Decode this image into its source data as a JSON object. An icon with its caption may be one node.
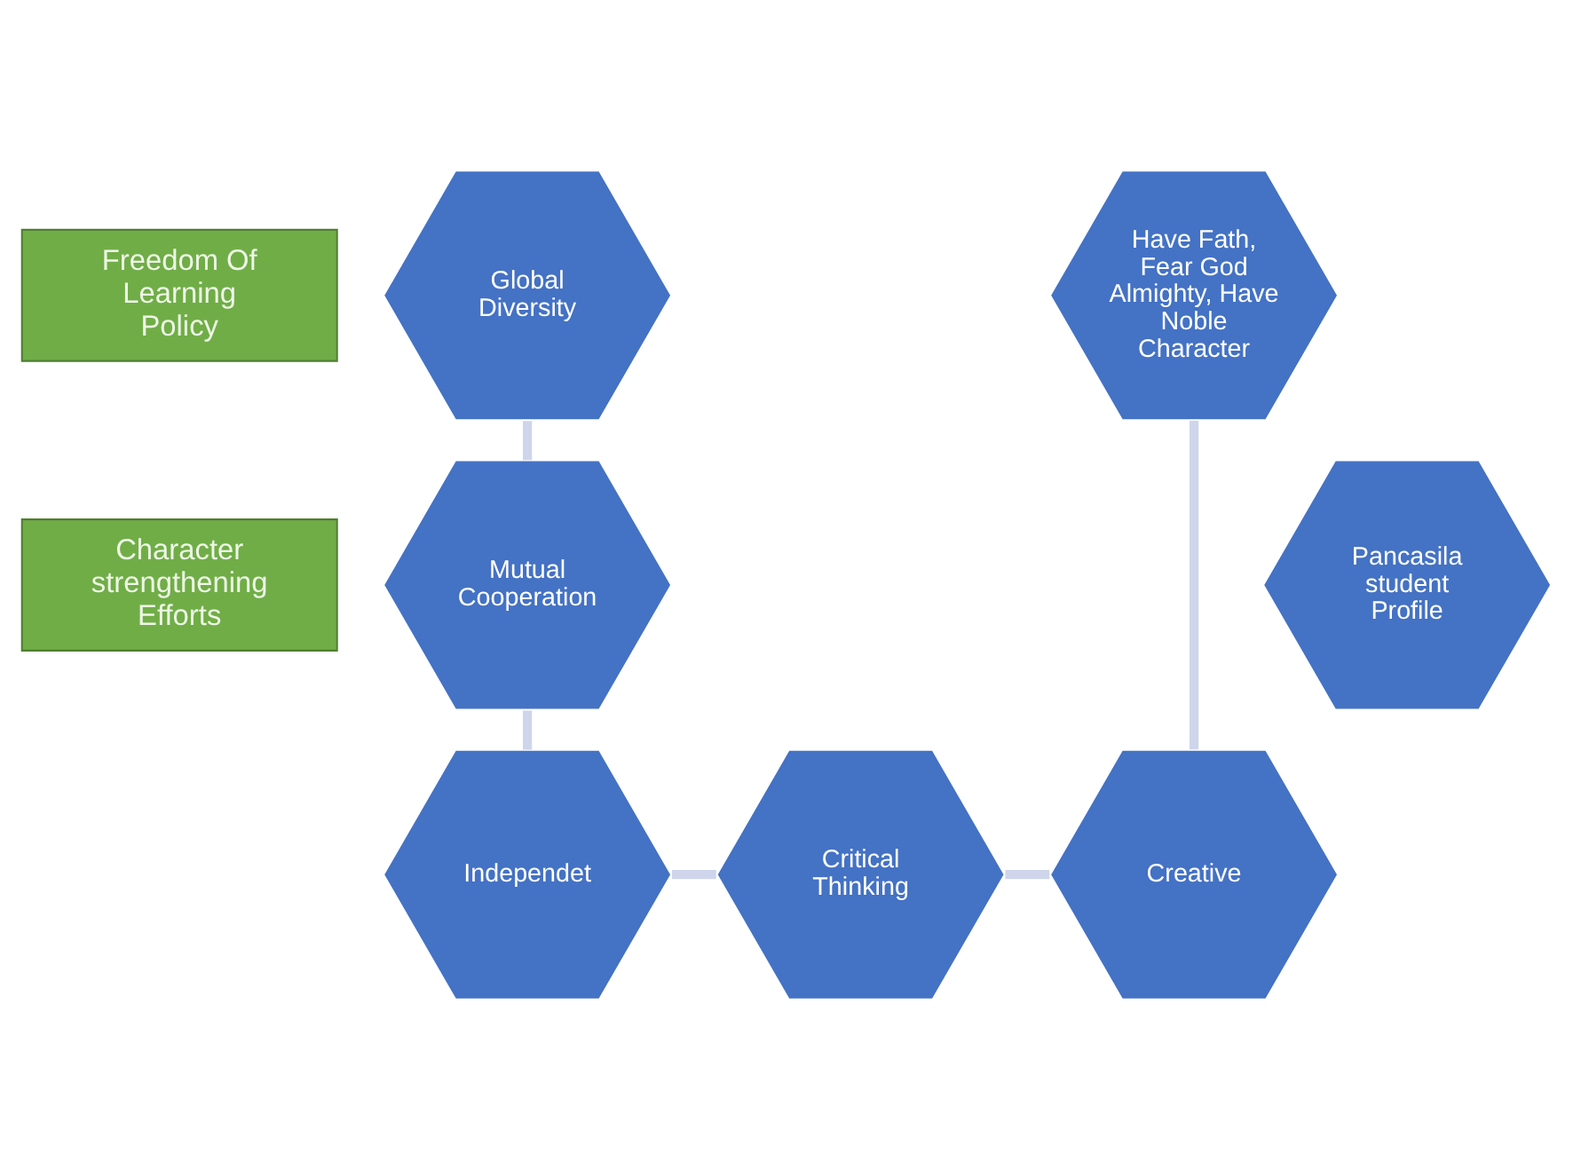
{
  "diagram": {
    "nodes": [
      {
        "text": [
          "Freedom Of Learning Policy"
        ]
      },
      {
        "text": [
          "Character strengthening Efforts"
        ]
      },
      {
        "text": [
          "Global Diversity"
        ]
      },
      {
        "text": [
          "Have Fath, Fear God Almighty, Have Noble Character"
        ]
      },
      {
        "text": [
          "Mutual Cooperation"
        ]
      },
      {
        "text": [
          "Pancasila student Profile"
        ]
      },
      {
        "text": [
          "Creative"
        ]
      },
      {
        "text": [
          "Independet"
        ]
      },
      {
        "text": [
          "Critical Thinking"
        ]
      }
    ],
    "edges": [
      {
        "from": 2,
        "to": 4,
        "arrow": "none"
      },
      {
        "from": 4,
        "to": 7,
        "arrow": "none"
      },
      {
        "from": 7,
        "to": 8,
        "arrow": "none"
      },
      {
        "from": 8,
        "to": 6,
        "arrow": "none"
      },
      {
        "from": 6,
        "to": 3,
        "arrow": "none"
      }
    ]
  }
}
